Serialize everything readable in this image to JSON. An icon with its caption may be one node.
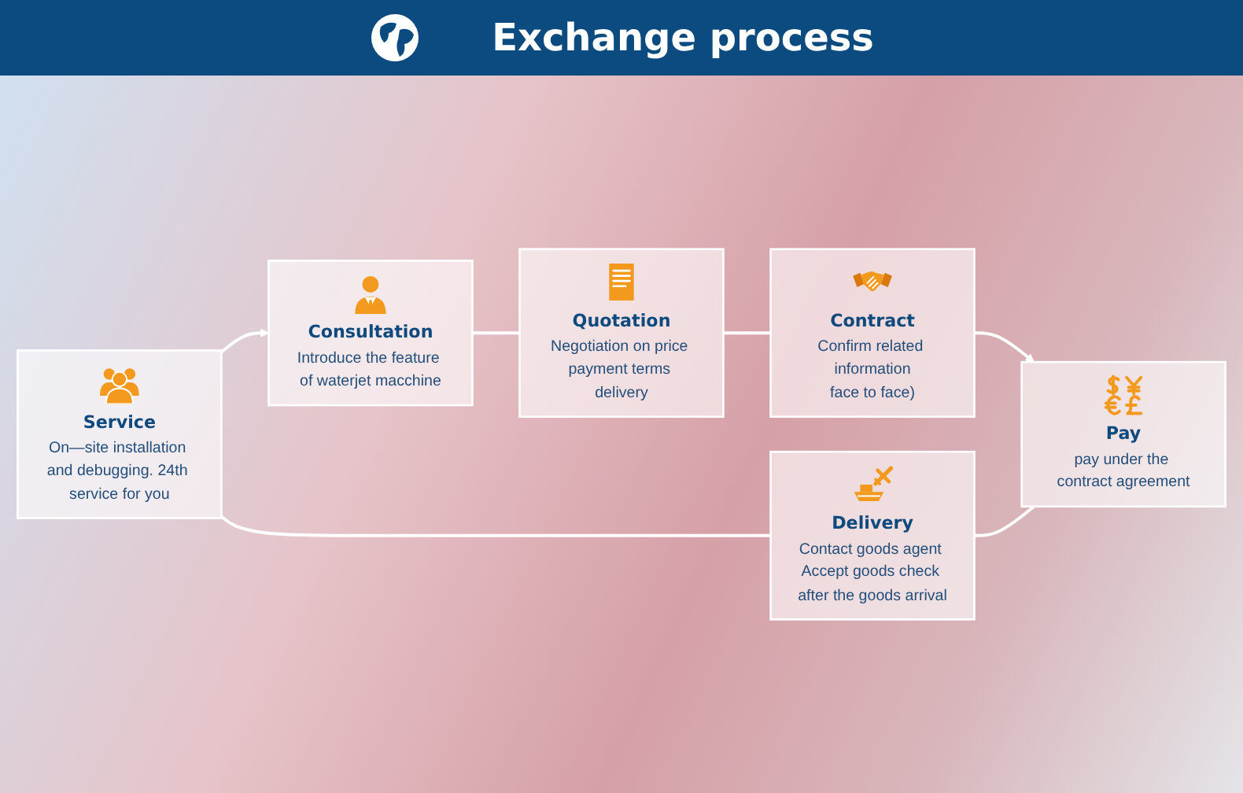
{
  "diagram": {
    "title": "Exchange process",
    "nodes": [
      {
        "text": [
          "Consultation",
          "Introduce the feature of waterjet macchine"
        ]
      },
      {
        "text": [
          "Quotation",
          "Negotiation on price payment terms delivery"
        ]
      },
      {
        "text": [
          "Contract",
          "Confirm related information",
          "face to face)"
        ]
      },
      {
        "text": [
          "Service",
          "On—site installation and debugging. 24th service for you"
        ]
      },
      {
        "text": [
          "Delivery",
          "Contact goods agent Accept goods check after the goods arrival"
        ]
      },
      {
        "text": [
          "Pay",
          "pay under the contract agreement"
        ]
      }
    ],
    "edges": [
      {
        "from": 0,
        "to": 1,
        "arrow": "none"
      },
      {
        "from": 1,
        "to": 2,
        "arrow": "none"
      },
      {
        "from": 2,
        "to": 5,
        "arrow": "to"
      },
      {
        "from": 4,
        "to": 5,
        "arrow": "none"
      },
      {
        "from": 3,
        "to": 4,
        "arrow": "none"
      },
      {
        "from": 3,
        "to": 0,
        "arrow": "to"
      }
    ]
  }
}
